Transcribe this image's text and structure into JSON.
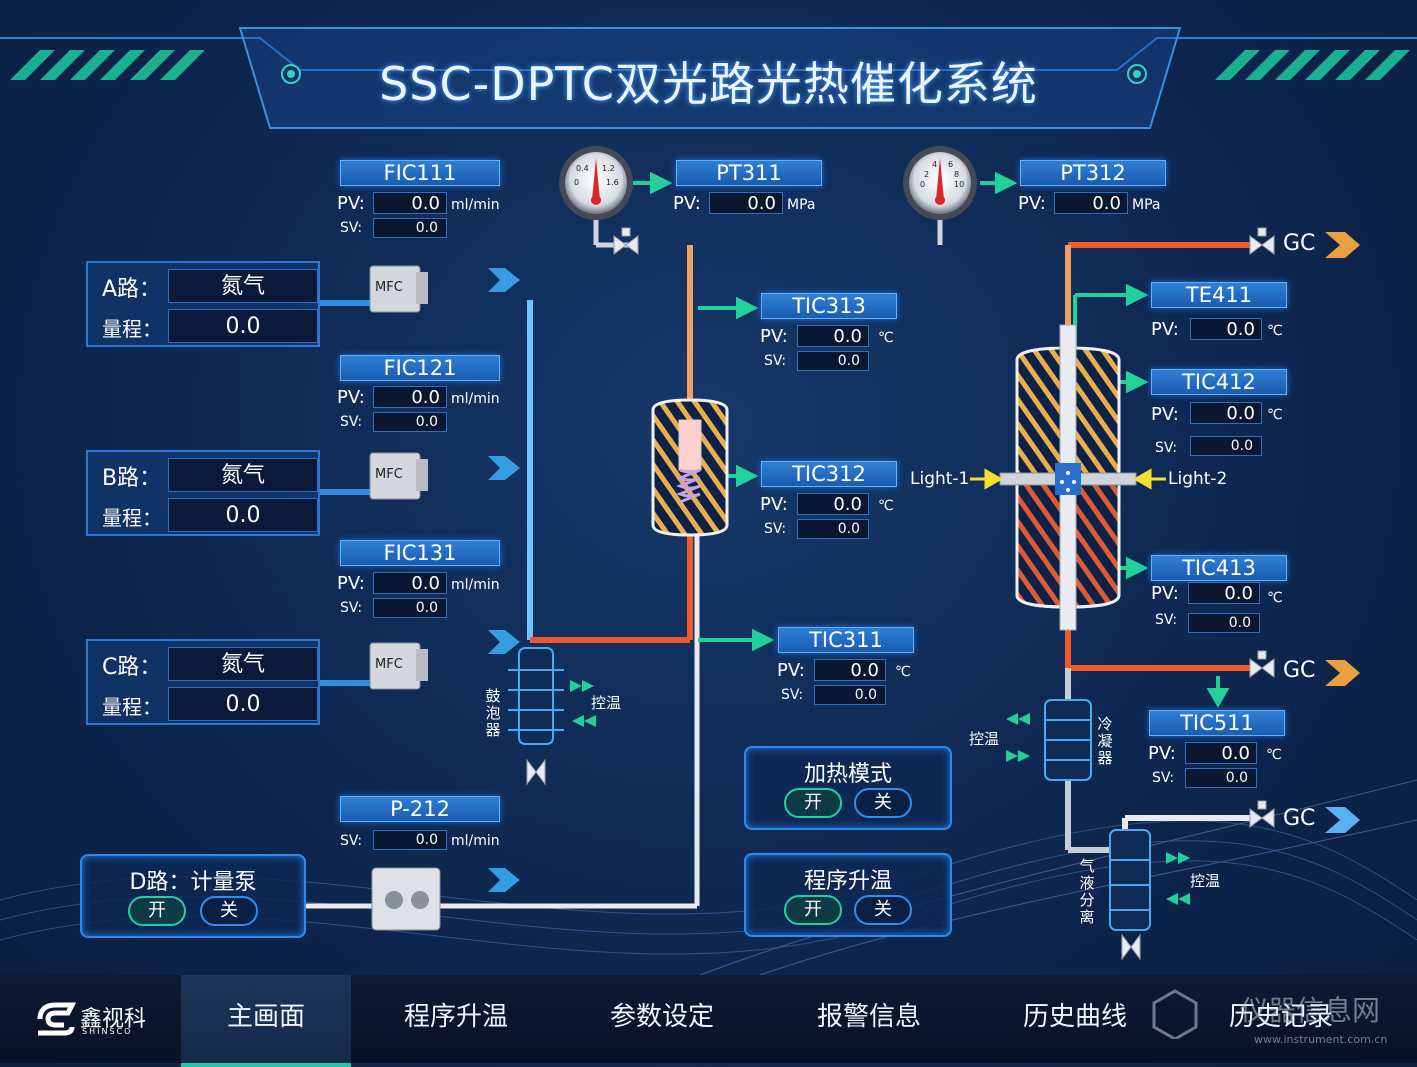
{
  "app_title": "SSC-DPTC双光路光热催化系统",
  "routes": [
    {
      "label": "A路：",
      "gas": "氮气",
      "range_label": "量程：",
      "range": "0.0"
    },
    {
      "label": "B路：",
      "gas": "氮气",
      "range_label": "量程：",
      "range": "0.0"
    },
    {
      "label": "C路：",
      "gas": "氮气",
      "range_label": "量程：",
      "range": "0.0"
    }
  ],
  "flow_controllers": [
    {
      "tag": "FIC111",
      "pv": "0.0",
      "sv": "0.0",
      "unit": "ml/min"
    },
    {
      "tag": "FIC121",
      "pv": "0.0",
      "sv": "0.0",
      "unit": "ml/min"
    },
    {
      "tag": "FIC131",
      "pv": "0.0",
      "sv": "0.0",
      "unit": "ml/min"
    }
  ],
  "pump": {
    "tag": "P-212",
    "sv": "0.0",
    "unit": "ml/min",
    "panel_title": "D路：计量泵",
    "on": "开",
    "off": "关"
  },
  "pressure": [
    {
      "tag": "PT311",
      "pv": "0.0",
      "unit": "MPa",
      "gauge_marks": [
        "0.4",
        "1.2",
        "0",
        "1.6"
      ]
    },
    {
      "tag": "PT312",
      "pv": "0.0",
      "unit": "MPa",
      "gauge_marks": [
        "4",
        "6",
        "2",
        "8",
        "0",
        "10"
      ]
    }
  ],
  "temps": [
    {
      "tag": "TIC313",
      "pv": "0.0",
      "sv": "0.0",
      "unit": "℃"
    },
    {
      "tag": "TIC312",
      "pv": "0.0",
      "sv": "0.0",
      "unit": "℃"
    },
    {
      "tag": "TIC311",
      "pv": "0.0",
      "sv": "0.0",
      "unit": "℃"
    },
    {
      "tag": "TE411",
      "pv": "0.0",
      "unit": "℃"
    },
    {
      "tag": "TIC412",
      "pv": "0.0",
      "sv": "0.0",
      "unit": "℃"
    },
    {
      "tag": "TIC413",
      "pv": "0.0",
      "sv": "0.0",
      "unit": "℃"
    },
    {
      "tag": "TIC511",
      "pv": "0.0",
      "sv": "0.0",
      "unit": "℃"
    }
  ],
  "labels": {
    "pv": "PV:",
    "sv": "SV:",
    "mfc": "MFC",
    "gc": "GC",
    "light1": "Light-1",
    "light2": "Light-2",
    "temp_ctrl": "控温",
    "bubbler": "鼓泡器",
    "condenser": "冷凝器",
    "separator": "气液分离"
  },
  "heat_mode": {
    "title": "加热模式",
    "on": "开",
    "off": "关"
  },
  "program_heat": {
    "title": "程序升温",
    "on": "开",
    "off": "关"
  },
  "nav": {
    "brand": "鑫视科",
    "brand_sub": "SHINSCO",
    "items": [
      "主画面",
      "程序升温",
      "参数设定",
      "报警信息",
      "历史曲线",
      "历史记录"
    ],
    "active": 0
  },
  "watermark": {
    "name": "仪器信息网",
    "url": "www.instrument.com.cn"
  },
  "colors": {
    "hot_pipe": "#f05a2a",
    "warm_pipe": "#f0a060",
    "cold_pipe": "#3aa8f0",
    "accent": "#1fc9a0",
    "tag_bg": "#1a5cb0"
  }
}
